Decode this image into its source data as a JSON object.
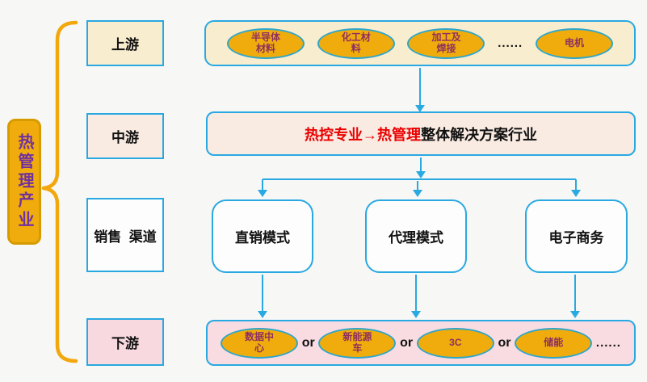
{
  "title_label": {
    "text": "热管理产业"
  },
  "row_labels": [
    {
      "id": "upstream",
      "label": "上游"
    },
    {
      "id": "midstream",
      "label": "中游"
    },
    {
      "id": "sales",
      "label": "销售  渠道"
    },
    {
      "id": "downstream",
      "label": "下游"
    }
  ],
  "upstream_row": {
    "items": [
      {
        "type": "ellipse",
        "lines": [
          "半导体",
          "材料"
        ]
      },
      {
        "type": "ellipse",
        "lines": [
          "化工材",
          "料"
        ]
      },
      {
        "type": "ellipse",
        "lines": [
          "加工及",
          "焊接"
        ]
      },
      {
        "type": "dots",
        "text": "......"
      },
      {
        "type": "ellipse",
        "lines": [
          "电机"
        ]
      }
    ]
  },
  "midstream_box": {
    "highlight": "热控专业→热管理",
    "rest": "整体解决方案行业"
  },
  "sales_boxes": [
    {
      "label": "直销模式"
    },
    {
      "label": "代理模式"
    },
    {
      "label": "电子商务"
    }
  ],
  "downstream_row": {
    "items": [
      {
        "type": "ellipse",
        "lines": [
          "数据中",
          "心"
        ]
      },
      {
        "type": "sep",
        "text": "or"
      },
      {
        "type": "ellipse",
        "lines": [
          "新能源",
          "车"
        ]
      },
      {
        "type": "sep",
        "text": "or"
      },
      {
        "type": "ellipse",
        "lines": [
          "3C"
        ]
      },
      {
        "type": "sep",
        "text": "or"
      },
      {
        "type": "ellipse",
        "lines": [
          "储能"
        ]
      },
      {
        "type": "dots",
        "text": "......"
      }
    ]
  },
  "colors": {
    "accent_blue": "#29a9e1",
    "gold_fill": "#f0ac0c",
    "gold_border": "#d69b00",
    "ellipse_border": "#2fa6c9",
    "ellipse_text": "#8d3060",
    "purple_text": "#7030a0",
    "red_text": "#ea0000",
    "cream": "#f8edcf",
    "peach": "#f9ebe2",
    "pink": "#f9dce2"
  }
}
